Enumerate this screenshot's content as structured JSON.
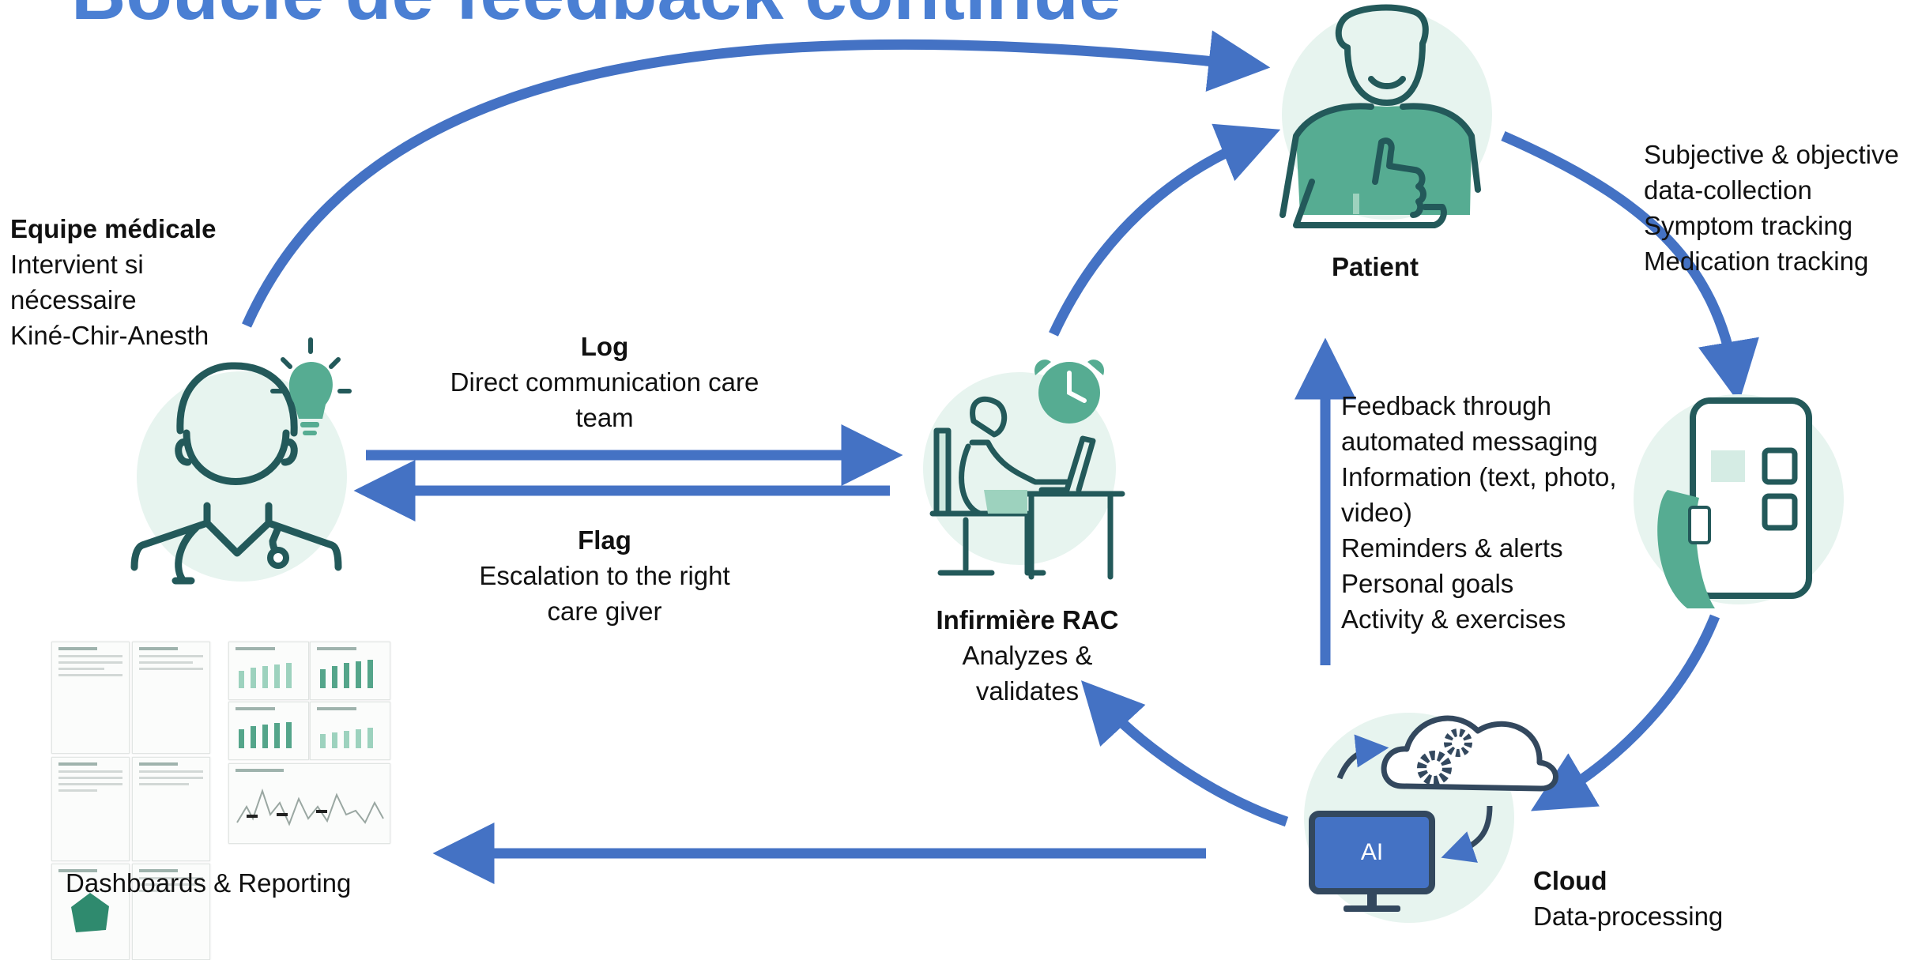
{
  "title": "Boucle de feedback continue",
  "colors": {
    "arrow": "#4472c4",
    "accent": "#4a7fd3",
    "teal": "#56ac92",
    "dark": "#23595a",
    "halo": "#e7f4ef",
    "ai_blue": "#4472c4"
  },
  "icons": {
    "doctor": "doctor-icon",
    "lightbulb": "lightbulb-icon",
    "nurse": "nurse-at-desk-icon",
    "clock": "alarm-clock-icon",
    "patient": "patient-thumbs-up-icon",
    "device": "smartphone-wearable-icon",
    "cloud": "cloud-gears-icon",
    "ai_monitor": "ai-monitor-icon",
    "dashboard": "dashboard-thumbnails"
  },
  "medical_team": {
    "title": "Equipe médicale",
    "lines": [
      "Intervient si",
      "nécessaire",
      "Kiné-Chir-Anesth"
    ]
  },
  "log": {
    "title": "Log",
    "lines": [
      "Direct communication care",
      "team"
    ]
  },
  "flag": {
    "title": "Flag",
    "lines": [
      "Escalation to the right",
      "care giver"
    ]
  },
  "nurse": {
    "title": "Infirmière RAC",
    "lines": [
      "Analyzes &",
      "validates"
    ]
  },
  "patient": {
    "title": "Patient"
  },
  "data_collection": {
    "lines": [
      "Subjective & objective",
      "data-collection",
      "Symptom tracking",
      "Medication tracking"
    ]
  },
  "feedback": {
    "lines": [
      "Feedback through",
      "automated messaging",
      "Information (text, photo,",
      "video)",
      "Reminders & alerts",
      "Personal goals",
      "Activity & exercises"
    ]
  },
  "cloud": {
    "title": "Cloud",
    "lines": [
      "Data-processing"
    ]
  },
  "ai_label": "AI",
  "dashboards": {
    "label": "Dashboards & Reporting"
  }
}
